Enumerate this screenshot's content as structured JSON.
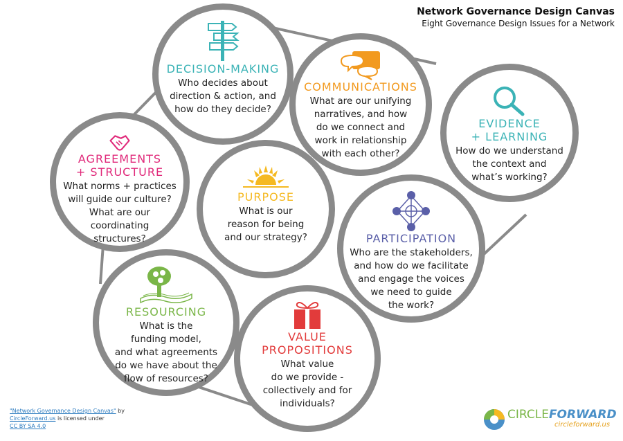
{
  "header": {
    "title": "Network Governance Design Canvas",
    "subtitle": "Eight Governance Design Issues for a Network"
  },
  "issues": {
    "decision_making": {
      "heading": "DECISION-MAKING",
      "question": "Who decides about\ndirection & action, and\nhow do they decide?",
      "color": "#3bb3b6",
      "icon": "signpost-icon"
    },
    "communications": {
      "heading": "COMMUNICATIONS",
      "question": "What are our unifying\nnarratives, and how\ndo we connect and\nwork in relationship\nwith each other?",
      "color": "#f29a1f",
      "icon": "speech-bubbles-icon"
    },
    "evidence_learning": {
      "heading": "EVIDENCE\n+ LEARNING",
      "question": "How do we understand\nthe context and\nwhat’s working?",
      "color": "#3bb3b6",
      "icon": "magnifier-icon"
    },
    "agreements_structure": {
      "heading": "AGREEMENTS\n+ STRUCTURE",
      "question": "What norms + practices\nwill guide our culture?\nWhat are our\ncoordinating\nstructures?",
      "color": "#e0297a",
      "icon": "handshake-icon"
    },
    "purpose": {
      "heading": "PURPOSE",
      "question": "What is our\nreason for being\nand our strategy?",
      "color": "#f5b921",
      "icon": "sunrise-icon"
    },
    "participation": {
      "heading": "PARTICIPATION",
      "question": "Who are the stakeholders,\nand how do we facilitate\nand engage the voices\nwe need to guide\nthe work?",
      "color": "#5a5fa8",
      "icon": "network-nodes-icon"
    },
    "resourcing": {
      "heading": "RESOURCING",
      "question": "What is the\nfunding model,\nand what agreements\ndo we have about the\nflow of resources?",
      "color": "#7ab648",
      "icon": "money-tree-icon"
    },
    "value_propositions": {
      "heading": "VALUE\nPROPOSITIONS",
      "question": "What value\ndo we provide -\ncollectively and for\nindividuals?",
      "color": "#e23b3b",
      "icon": "gift-icon"
    }
  },
  "footer": {
    "canvas_link": "\"Network Governance Design Canvas\"",
    "by": " by",
    "author_link": "CircleForward.us",
    "licensed": " is licensed under",
    "license_link": "CC BY SA 4.0"
  },
  "logo": {
    "word1": "CIRCLE",
    "word2": "FORWARD",
    "url": "circleforward.us"
  }
}
